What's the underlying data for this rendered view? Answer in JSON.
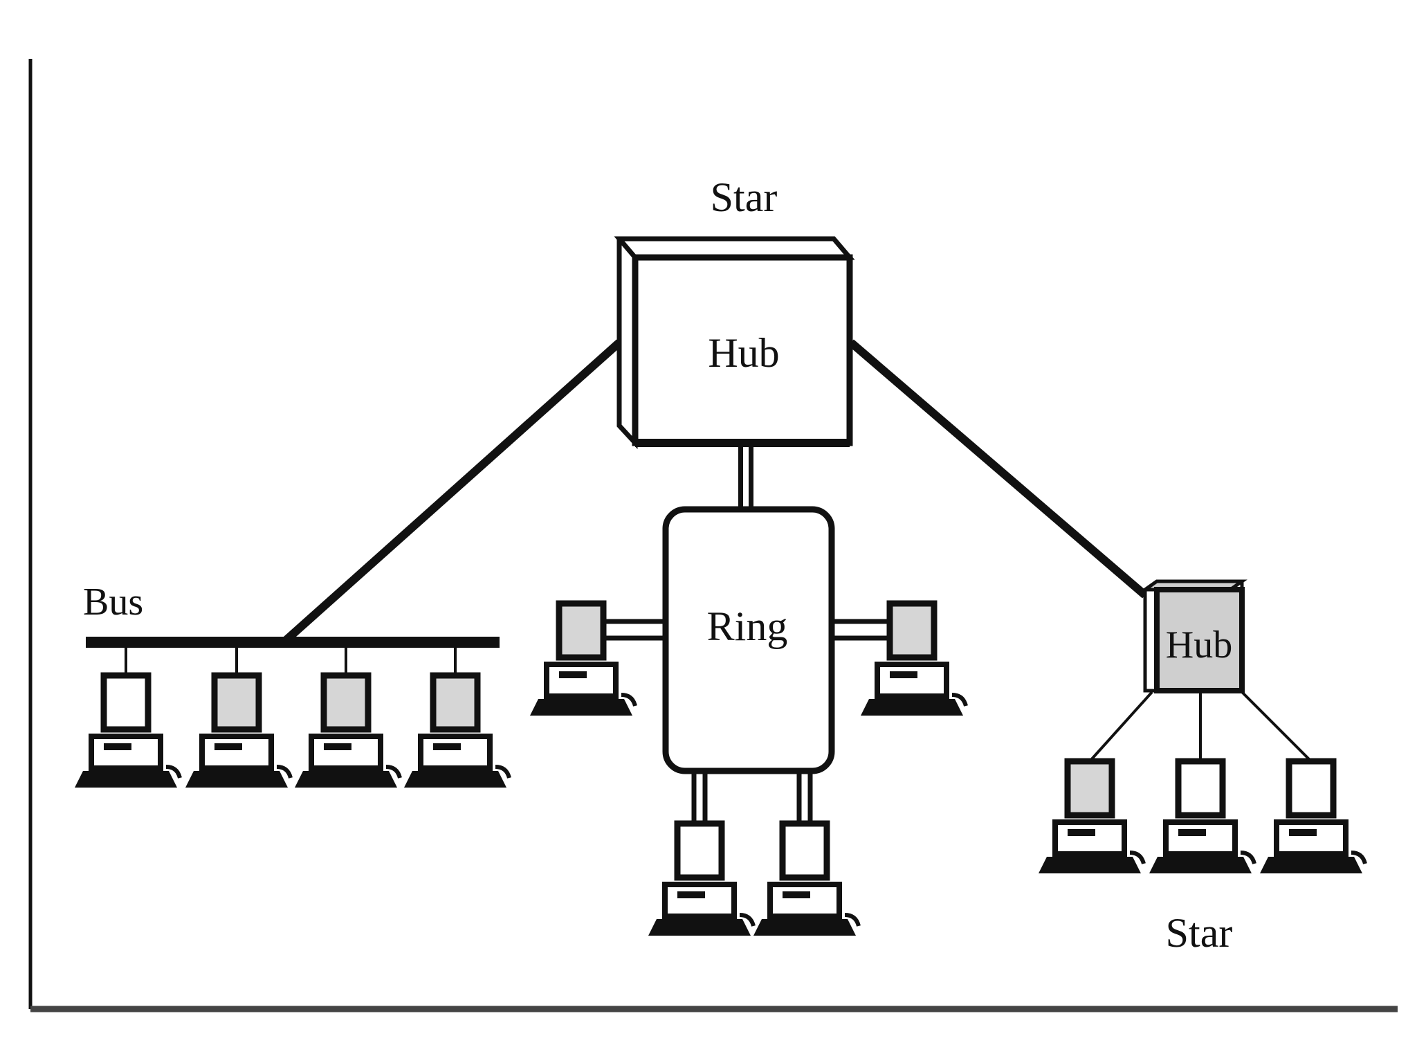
{
  "labels": {
    "top_star": "Star",
    "main_hub": "Hub",
    "ring": "Ring",
    "bus": "Bus",
    "small_hub": "Hub",
    "bottom_star": "Star"
  },
  "icons": {
    "computer": "desktop-computer-icon"
  },
  "colors": {
    "ink": "#111111",
    "screen_shade": "#d6d6d6",
    "hub_shade": "#cfcfcf"
  },
  "computers": {
    "bus": [
      {
        "screen": "white"
      },
      {
        "screen": "gray"
      },
      {
        "screen": "gray"
      },
      {
        "screen": "gray"
      }
    ],
    "ring": [
      {
        "screen": "gray"
      },
      {
        "screen": "gray"
      },
      {
        "screen": "white"
      },
      {
        "screen": "white"
      }
    ],
    "star": [
      {
        "screen": "gray"
      },
      {
        "screen": "white"
      },
      {
        "screen": "white"
      }
    ]
  }
}
